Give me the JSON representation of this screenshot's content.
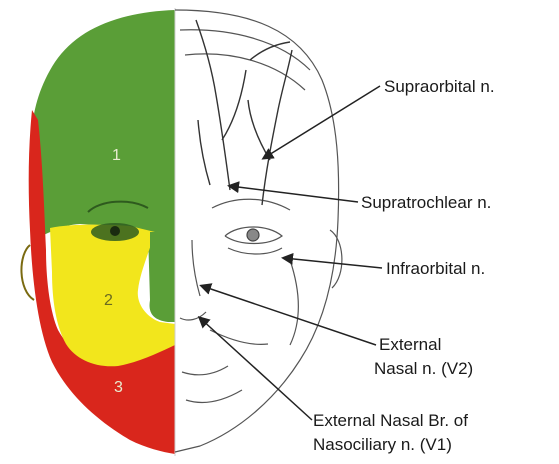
{
  "zones": [
    {
      "number": "1",
      "color": "#5a9e37"
    },
    {
      "number": "2",
      "color": "#f2e61c"
    },
    {
      "number": "3",
      "color": "#d9261c"
    }
  ],
  "labels": {
    "supraorbital": "Supraorbital n.",
    "supratrochlear": "Supratrochlear n.",
    "infraorbital": "Infraorbital n.",
    "external_nasal_line1": "External",
    "external_nasal_line2": "Nasal n. (V2)",
    "nasociliary_line1": "External Nasal Br. of",
    "nasociliary_line2": "Nasociliary n. (V1)"
  },
  "line_color": "#333333"
}
